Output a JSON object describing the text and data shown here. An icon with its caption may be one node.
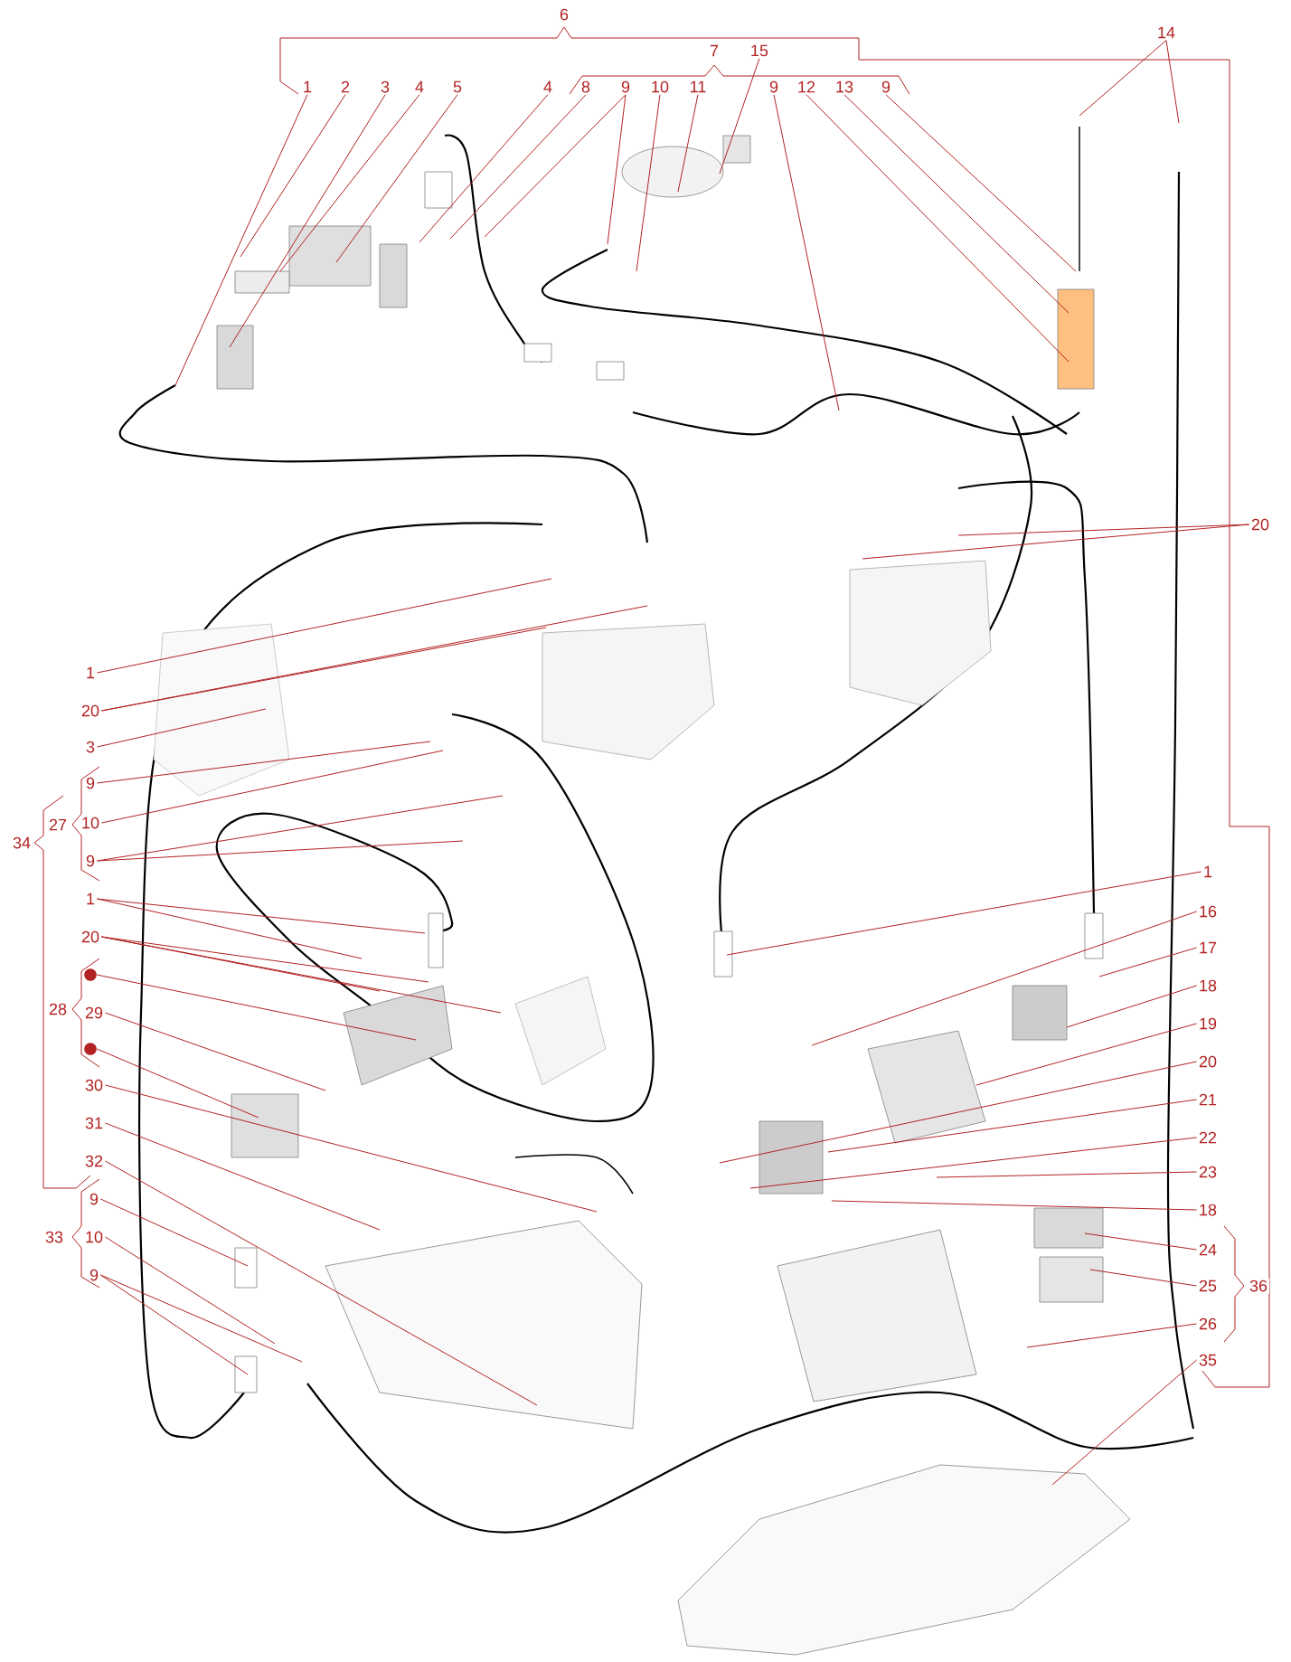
{
  "diagram": {
    "nodes": [
      {
        "text": [
          "1"
        ]
      },
      {
        "text": [
          "2"
        ]
      },
      {
        "text": [
          "3"
        ]
      },
      {
        "text": [
          "4"
        ]
      },
      {
        "text": [
          "5"
        ]
      },
      {
        "text": [
          "4"
        ]
      },
      {
        "text": [
          "8"
        ]
      },
      {
        "text": [
          "9"
        ]
      },
      {
        "text": [
          "10"
        ]
      },
      {
        "text": [
          "11"
        ]
      },
      {
        "text": [
          "15"
        ]
      },
      {
        "text": [
          "9"
        ]
      },
      {
        "text": [
          "12"
        ]
      },
      {
        "text": [
          "13"
        ]
      },
      {
        "text": [
          "9"
        ]
      },
      {
        "text": [
          "14"
        ]
      },
      {
        "text": [
          "1"
        ]
      },
      {
        "text": [
          "20"
        ]
      },
      {
        "text": [
          "3"
        ]
      },
      {
        "text": [
          "9"
        ]
      },
      {
        "text": [
          "10"
        ]
      },
      {
        "text": [
          "9"
        ]
      },
      {
        "text": [
          "1"
        ]
      },
      {
        "text": [
          "20"
        ]
      },
      {
        "text": [],
        "shape": "circle"
      },
      {
        "text": [
          "29"
        ]
      },
      {
        "text": [],
        "shape": "circle"
      },
      {
        "text": [
          "30"
        ]
      },
      {
        "text": [
          "31"
        ]
      },
      {
        "text": [
          "32"
        ]
      },
      {
        "text": [
          "9"
        ]
      },
      {
        "text": [
          "10"
        ]
      },
      {
        "text": [
          "9"
        ]
      },
      {
        "text": [
          "20"
        ]
      },
      {
        "text": [
          "1"
        ]
      },
      {
        "text": [
          "16"
        ]
      },
      {
        "text": [
          "17"
        ]
      },
      {
        "text": [
          "18"
        ]
      },
      {
        "text": [
          "19"
        ]
      },
      {
        "text": [
          "20"
        ]
      },
      {
        "text": [
          "21"
        ]
      },
      {
        "text": [
          "22"
        ]
      },
      {
        "text": [
          "23"
        ]
      },
      {
        "text": [
          "18"
        ]
      },
      {
        "text": [
          "24"
        ]
      },
      {
        "text": [
          "25"
        ]
      },
      {
        "text": [
          "26"
        ]
      },
      {
        "text": [
          "35"
        ]
      }
    ],
    "edges": [
      {
        "from": 0,
        "to": null,
        "arrow": "none"
      },
      {
        "from": 1,
        "to": null,
        "arrow": "none"
      },
      {
        "from": 2,
        "to": null,
        "arrow": "none"
      },
      {
        "from": 3,
        "to": null,
        "arrow": "none"
      },
      {
        "from": 4,
        "to": null,
        "arrow": "none"
      },
      {
        "from": 5,
        "to": null,
        "arrow": "none"
      },
      {
        "from": 6,
        "to": null,
        "arrow": "none"
      },
      {
        "from": 7,
        "to": null,
        "arrow": "none"
      },
      {
        "from": 7,
        "to": null,
        "arrow": "none"
      },
      {
        "from": 8,
        "to": null,
        "arrow": "none"
      },
      {
        "from": 9,
        "to": null,
        "arrow": "none"
      },
      {
        "from": 10,
        "to": null,
        "arrow": "none"
      },
      {
        "from": 11,
        "to": null,
        "arrow": "none"
      },
      {
        "from": 12,
        "to": null,
        "arrow": "none"
      },
      {
        "from": 13,
        "to": null,
        "arrow": "none"
      },
      {
        "from": 14,
        "to": null,
        "arrow": "none"
      },
      {
        "from": 15,
        "to": null,
        "arrow": "none"
      },
      {
        "from": 15,
        "to": null,
        "arrow": "none"
      },
      {
        "from": 16,
        "to": null,
        "arrow": "none"
      },
      {
        "from": 17,
        "to": null,
        "arrow": "none"
      },
      {
        "from": 17,
        "to": null,
        "arrow": "none"
      },
      {
        "from": 18,
        "to": null,
        "arrow": "none"
      },
      {
        "from": 19,
        "to": null,
        "arrow": "none"
      },
      {
        "from": 20,
        "to": null,
        "arrow": "none"
      },
      {
        "from": 21,
        "to": null,
        "arrow": "none"
      },
      {
        "from": 21,
        "to": null,
        "arrow": "none"
      },
      {
        "from": 22,
        "to": null,
        "arrow": "none"
      },
      {
        "from": 22,
        "to": null,
        "arrow": "none"
      },
      {
        "from": 23,
        "to": null,
        "arrow": "none"
      },
      {
        "from": 23,
        "to": null,
        "arrow": "none"
      },
      {
        "from": 23,
        "to": null,
        "arrow": "none"
      },
      {
        "from": 24,
        "to": null,
        "arrow": "none"
      },
      {
        "from": 25,
        "to": null,
        "arrow": "none"
      },
      {
        "from": 26,
        "to": null,
        "arrow": "none"
      },
      {
        "from": 27,
        "to": null,
        "arrow": "none"
      },
      {
        "from": 28,
        "to": null,
        "arrow": "none"
      },
      {
        "from": 29,
        "to": null,
        "arrow": "none"
      },
      {
        "from": 30,
        "to": null,
        "arrow": "none"
      },
      {
        "from": 31,
        "to": null,
        "arrow": "none"
      },
      {
        "from": 32,
        "to": null,
        "arrow": "none"
      },
      {
        "from": 32,
        "to": null,
        "arrow": "none"
      },
      {
        "from": 33,
        "to": null,
        "arrow": "none"
      },
      {
        "from": 33,
        "to": null,
        "arrow": "none"
      },
      {
        "from": 34,
        "to": null,
        "arrow": "none"
      },
      {
        "from": 35,
        "to": null,
        "arrow": "none"
      },
      {
        "from": 36,
        "to": null,
        "arrow": "none"
      },
      {
        "from": 37,
        "to": null,
        "arrow": "none"
      },
      {
        "from": 38,
        "to": null,
        "arrow": "none"
      },
      {
        "from": 39,
        "to": null,
        "arrow": "none"
      },
      {
        "from": 40,
        "to": null,
        "arrow": "none"
      },
      {
        "from": 41,
        "to": null,
        "arrow": "none"
      },
      {
        "from": 42,
        "to": null,
        "arrow": "none"
      },
      {
        "from": 43,
        "to": null,
        "arrow": "none"
      },
      {
        "from": 44,
        "to": null,
        "arrow": "none"
      },
      {
        "from": 45,
        "to": null,
        "arrow": "none"
      },
      {
        "from": 46,
        "to": null,
        "arrow": "none"
      },
      {
        "from": 47,
        "to": null,
        "arrow": "none"
      }
    ],
    "labels": [
      "6",
      "7",
      "34",
      "27",
      "28",
      "33",
      "36"
    ]
  }
}
